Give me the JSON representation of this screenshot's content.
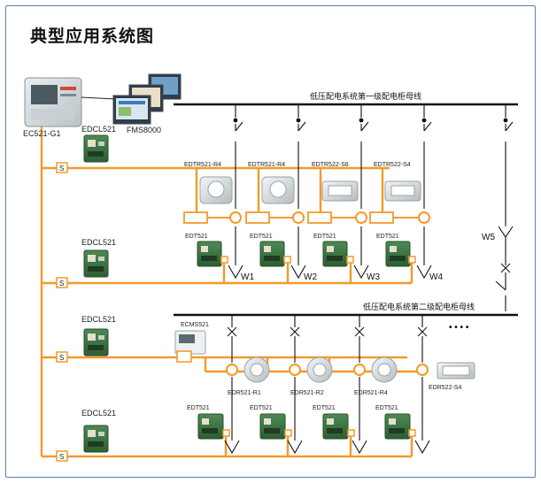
{
  "title": "典型应用系统图",
  "controller": {
    "label": "EC521-G1"
  },
  "software": {
    "label": "FMS8000"
  },
  "busbars": {
    "first": "低压配电系统第一级配电柜母线",
    "second": "低压配电系统第二级配电柜母线"
  },
  "edcl_modules": [
    "EDCL521",
    "EDCL521",
    "EDCL521",
    "EDCL521"
  ],
  "s_badge": "S",
  "level1": {
    "sensors": [
      "EDTR521-R4",
      "EDTR521-R4",
      "EDTR522-S6",
      "EDTR522-S4"
    ],
    "edts": [
      "EDT521",
      "EDT521",
      "EDT521",
      "EDT521"
    ],
    "feeders": [
      "W1",
      "W2",
      "W3",
      "W4"
    ],
    "extra_feeder": "W5",
    "dots": "• • • •"
  },
  "level2": {
    "cms": "ECMS521",
    "sensors": [
      "EDR521-R1",
      "EDR521-R2",
      "EDR521-R4",
      "EDR522-S4"
    ],
    "edts": [
      "EDT521",
      "EDT521",
      "EDT521",
      "EDT521"
    ],
    "dots": "• • • •"
  },
  "colors": {
    "bus": "#f39a2b",
    "wire": "#111111",
    "frame": "#5b7fb3"
  }
}
